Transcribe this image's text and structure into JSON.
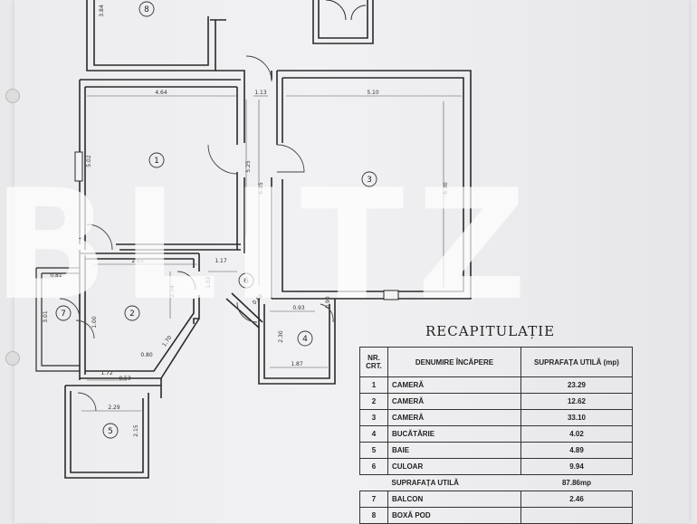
{
  "watermark": "BLITZ",
  "rooms": [
    {
      "number": "1"
    },
    {
      "number": "2"
    },
    {
      "number": "3"
    },
    {
      "number": "4"
    },
    {
      "number": "5"
    },
    {
      "number": "6"
    },
    {
      "number": "7"
    },
    {
      "number": "8"
    }
  ],
  "dimensions": {
    "d1": "3.84",
    "d2": "4.64",
    "d3": "1.13",
    "d4": "5.10",
    "d5": "5.02",
    "d6": "5.25",
    "d7": "6.55",
    "d8": "6.30",
    "d9": "2.53",
    "d10": "1.17",
    "d11": "2.74",
    "d12": "1.02",
    "d13": "0.81",
    "d14": "1.00",
    "d15": "3.01",
    "d16": "1.70",
    "d17": "0.80",
    "d18": "1.72",
    "d19": "0.53",
    "d20": "0.64",
    "d21": "0.93",
    "d22": "2.30",
    "d23": "1.87",
    "d24": "0.90",
    "d25": "2.29",
    "d26": "2.15"
  },
  "recap": {
    "title": "RECAPITULAȚIE",
    "headers": {
      "nr": "NR. CRT.",
      "name": "DENUMIRE ÎNCĂPERE",
      "area": "SUPRAFAȚA UTILĂ (mp)"
    },
    "rows": [
      {
        "nr": "1",
        "name": "CAMERĂ",
        "area": "23.29"
      },
      {
        "nr": "2",
        "name": "CAMERĂ",
        "area": "12.62"
      },
      {
        "nr": "3",
        "name": "CAMERĂ",
        "area": "33.10"
      },
      {
        "nr": "4",
        "name": "BUCĂTĂRIE",
        "area": "4.02"
      },
      {
        "nr": "5",
        "name": "BAIE",
        "area": "4.89"
      },
      {
        "nr": "6",
        "name": "CULOAR",
        "area": "9.94"
      }
    ],
    "total": {
      "label": "SUPRAFAȚA UTILĂ",
      "value": "87.86mp"
    },
    "extra": [
      {
        "nr": "7",
        "name": "BALCON",
        "area": "2.46"
      },
      {
        "nr": "8",
        "name": "BOXĂ POD",
        "area": ""
      }
    ]
  }
}
